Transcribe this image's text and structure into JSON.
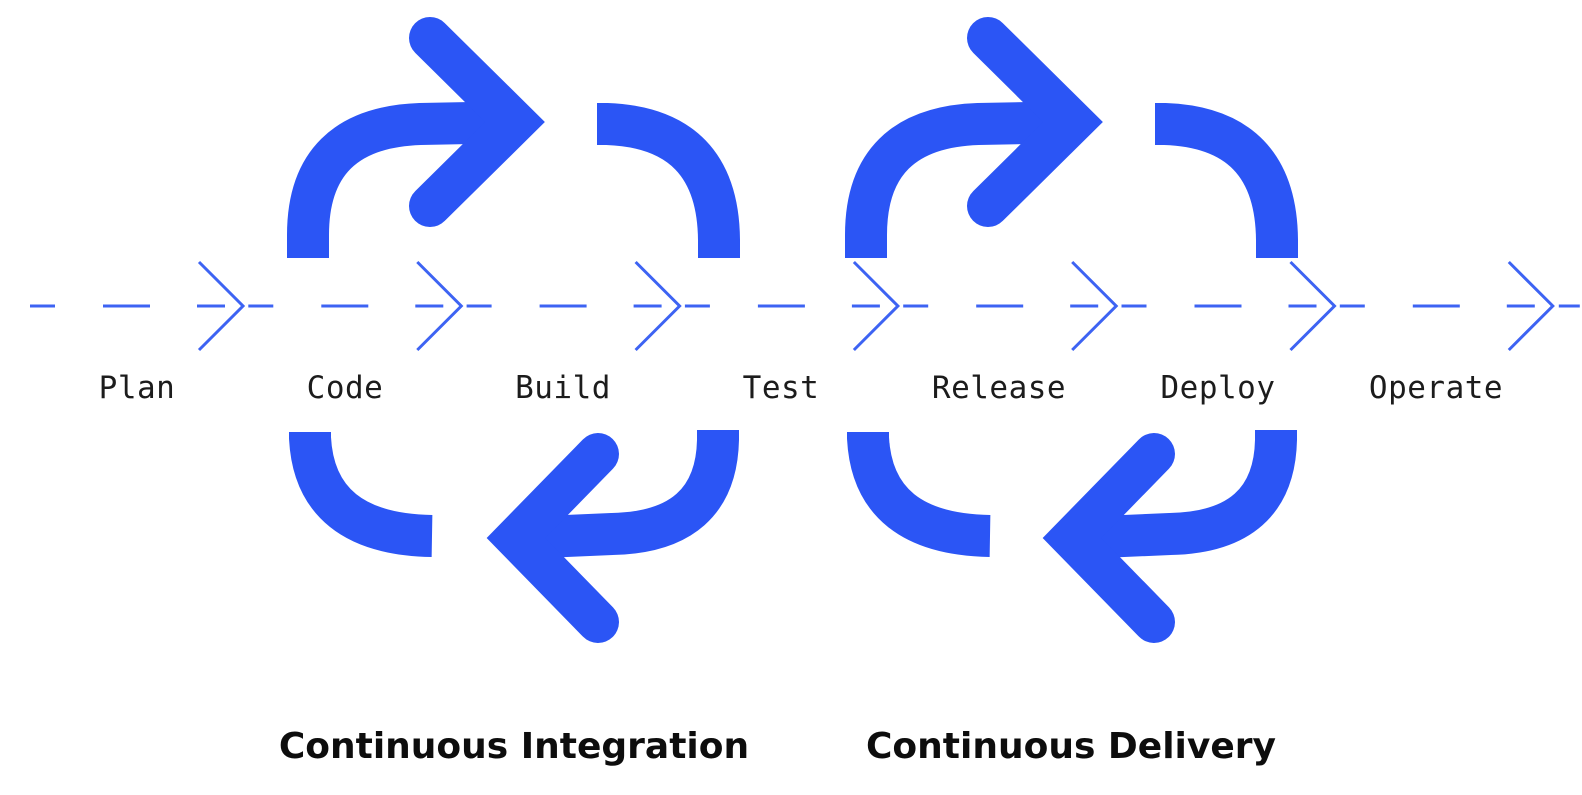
{
  "stages": [
    "Plan",
    "Code",
    "Build",
    "Test",
    "Release",
    "Deploy",
    "Operate"
  ],
  "groups": [
    {
      "label": "Continuous Integration"
    },
    {
      "label": "Continuous Delivery"
    }
  ],
  "colors": {
    "primary": "#2b55f5",
    "timeline": "#3d63f3",
    "text": "#1c1c1c"
  }
}
